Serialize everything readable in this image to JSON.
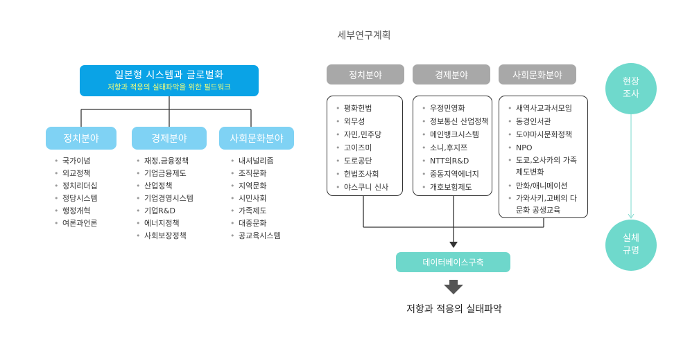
{
  "section_title": "세부연구계획",
  "left": {
    "top_box": {
      "title": "일본형 시스템과 글로벌화",
      "subtitle": "저항과 적응의 실태파악을 위한 필드워크"
    },
    "categories": [
      {
        "label": "정치분야",
        "items": [
          "국가이념",
          "외교정책",
          "정치리더십",
          "정당시스템",
          "행정개혁",
          "여론과언론"
        ]
      },
      {
        "label": "경제분야",
        "items": [
          "재정,금융정책",
          "기업금융제도",
          "산업정책",
          "기업경영시스템",
          "기업R&D",
          "에너지정책",
          "사회보장정책"
        ]
      },
      {
        "label": "사회문화분야",
        "items": [
          "내셔널리즘",
          "조직문화",
          "지역문화",
          "시민사회",
          "가족제도",
          "대중문화",
          "공교육시스템"
        ]
      }
    ]
  },
  "right": {
    "categories": [
      {
        "label": "정치분야",
        "items": [
          "평화헌법",
          "외무성",
          "자민,민주당",
          "고이즈미",
          "도로공단",
          "헌법조사회",
          "야스쿠니 신사"
        ]
      },
      {
        "label": "경제분야",
        "items": [
          "우정민영화",
          "정보통신 산업정책",
          "메인뱅크시스템",
          "소니,후지쯔",
          "NTT의R&D",
          "중동지역에너지",
          "개호보험제도"
        ]
      },
      {
        "label": "사회문화분야",
        "items": [
          "새역사교과서모임",
          "동경인서관",
          "도야마시문화정책",
          "NPO",
          "도쿄,오사카의 가족제도변화",
          "만화/애니메이션",
          "가와사키,고베의 다문화 공생교육"
        ]
      }
    ],
    "database": "데이터베이스구축",
    "result": "저항과 적응의 실태파악"
  },
  "flow": {
    "step1": [
      "현장",
      "조사"
    ],
    "step2": [
      "실체",
      "규명"
    ]
  },
  "colors": {
    "top_box": "#0aa3e6",
    "top_subtitle": "#f3ff7a",
    "left_category": "#7fd2f4",
    "right_category": "#a8a8a8",
    "teal": "#6ed7cb",
    "dark_arrow": "#555555"
  }
}
